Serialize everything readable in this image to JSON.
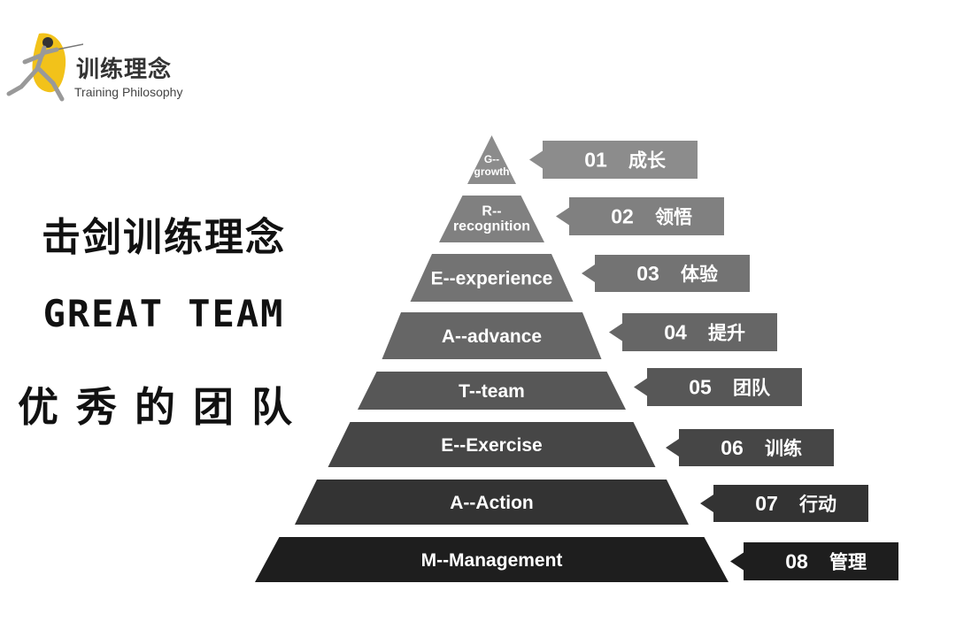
{
  "logo": {
    "title_cn": "训练理念",
    "title_en": "Training Philosophy"
  },
  "left": {
    "line1": "击剑训练理念",
    "line2": "GREAT TEAM",
    "line3": "优秀的团队"
  },
  "pyramid": {
    "tiers": [
      {
        "lines": [
          "G--",
          "growth"
        ],
        "num": "01",
        "label": "成长",
        "color": "#8c8c8c"
      },
      {
        "lines": [
          "R--",
          "recognition"
        ],
        "num": "02",
        "label": "领悟",
        "color": "#808080"
      },
      {
        "lines": [
          "E--experience"
        ],
        "num": "03",
        "label": "体验",
        "color": "#737373"
      },
      {
        "lines": [
          "A--advance"
        ],
        "num": "04",
        "label": "提升",
        "color": "#666666"
      },
      {
        "lines": [
          "T--team"
        ],
        "num": "05",
        "label": "团队",
        "color": "#575757"
      },
      {
        "lines": [
          "E--Exercise"
        ],
        "num": "06",
        "label": "训练",
        "color": "#464646"
      },
      {
        "lines": [
          "A--Action"
        ],
        "num": "07",
        "label": "行动",
        "color": "#333333"
      },
      {
        "lines": [
          "M--Management"
        ],
        "num": "08",
        "label": "管理",
        "color": "#1e1e1e"
      }
    ]
  }
}
